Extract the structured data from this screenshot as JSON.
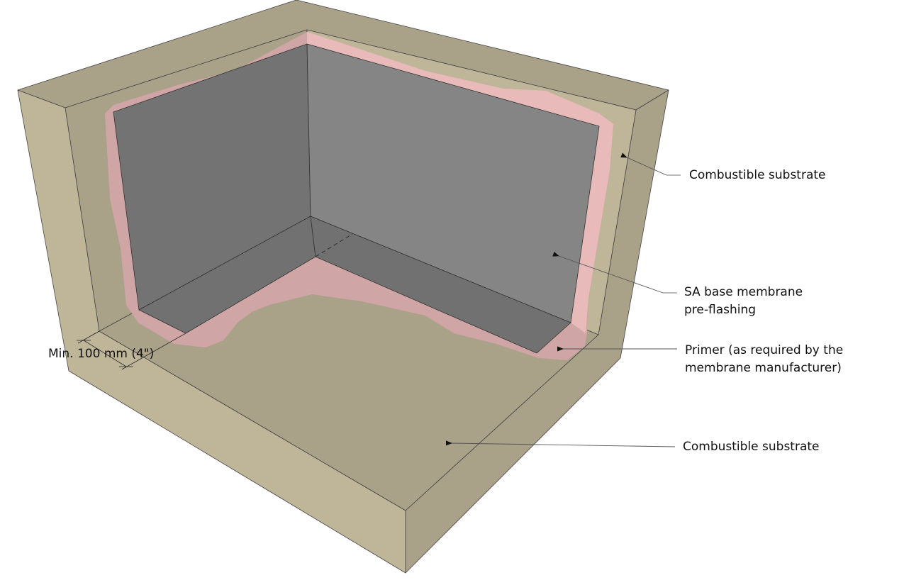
{
  "labels": {
    "substrate_wall": "Combustible substrate",
    "membrane_line1": "SA base membrane",
    "membrane_line2": "pre-flashing",
    "primer_line1": "Primer (as required by the",
    "primer_line2": "membrane manufacturer)",
    "substrate_floor": "Combustible substrate",
    "dimension": "Min. 100 mm (4\")"
  },
  "colors": {
    "substrate_dark": "#aaa189",
    "substrate_light": "#bfb69a",
    "membrane_left": "#737373",
    "membrane_right": "#858585",
    "membrane_floor": "#717171",
    "primer_dark": "#d0a5a5",
    "primer_light": "#e8baba"
  }
}
